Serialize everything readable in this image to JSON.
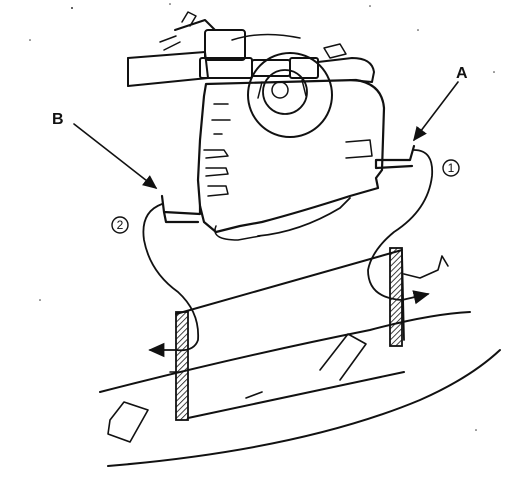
{
  "diagram": {
    "labels": {
      "callout_a": "A",
      "callout_b": "B",
      "step_1": "①",
      "step_2": "②"
    },
    "colors": {
      "ink": "#111111",
      "background": "#ffffff"
    }
  }
}
